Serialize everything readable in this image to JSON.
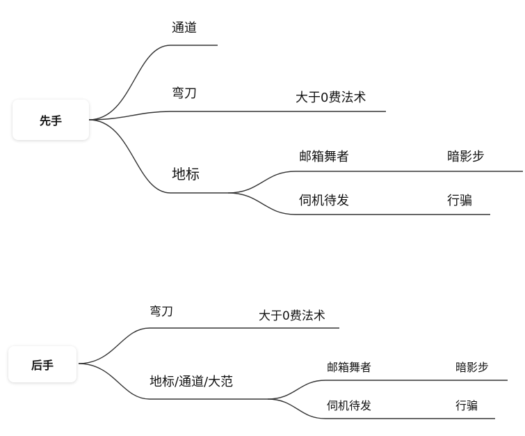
{
  "top": {
    "root": "先手",
    "branches": [
      {
        "label": "通道"
      },
      {
        "label": "弯刀",
        "child": "大于0费法术"
      },
      {
        "label": "地标",
        "children": [
          {
            "label": "邮箱舞者",
            "child": "暗影步"
          },
          {
            "label": "伺机待发",
            "child": "行骗"
          }
        ]
      }
    ]
  },
  "bottom": {
    "root": "后手",
    "branches": [
      {
        "label": "弯刀",
        "child": "大于0费法术"
      },
      {
        "label": "地标/通道/大范",
        "children": [
          {
            "label": "邮箱舞者",
            "child": "暗影步"
          },
          {
            "label": "伺机待发",
            "child": "行骗"
          }
        ]
      }
    ]
  }
}
